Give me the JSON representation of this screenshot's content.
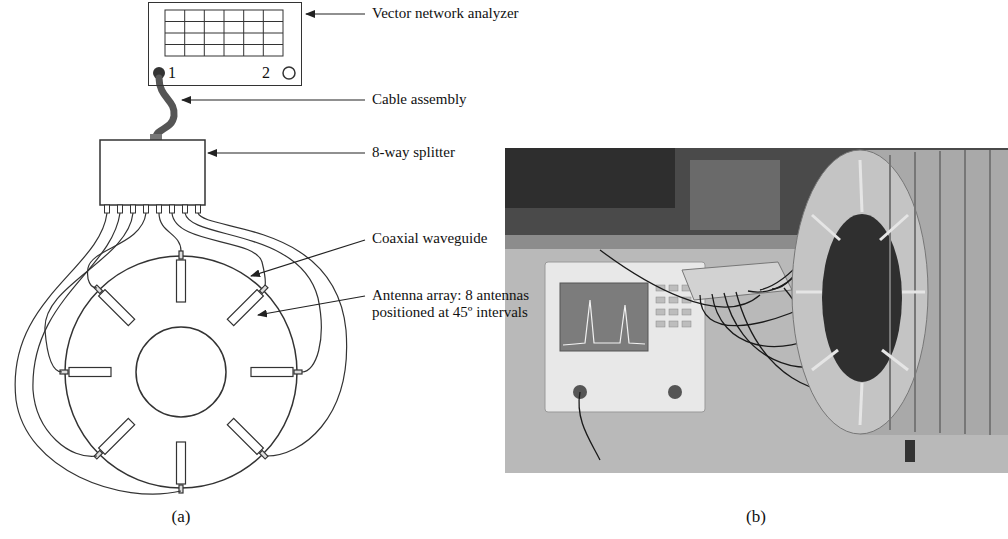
{
  "diagram": {
    "nodes": [
      {
        "text": [
          "1",
          "2"
        ]
      }
    ],
    "labels": [
      "Vector network analyzer",
      "Cable assembly",
      "8-way splitter",
      "Coaxial waveguide",
      "Antenna array: 8 antennas positioned at 45º intervals",
      "(a)",
      "(b)"
    ]
  }
}
